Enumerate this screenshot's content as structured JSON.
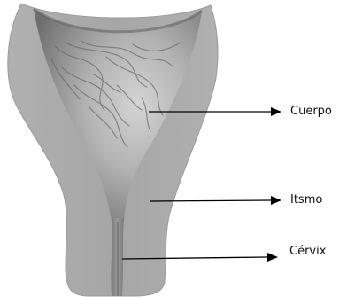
{
  "labels": {
    "body": "Cuerpo",
    "isthmus": "Itsmo",
    "cervix": "Cérvix"
  },
  "colors": {
    "outer_wall": "#a9a9a9",
    "outer_wall_edge": "#9a9a9a",
    "cavity_light": "#c9c9c9",
    "cavity_dark": "#7d7d7d",
    "canal": "#8a8a8a",
    "texture": "#6f6f6f",
    "pointer": "#000000"
  }
}
